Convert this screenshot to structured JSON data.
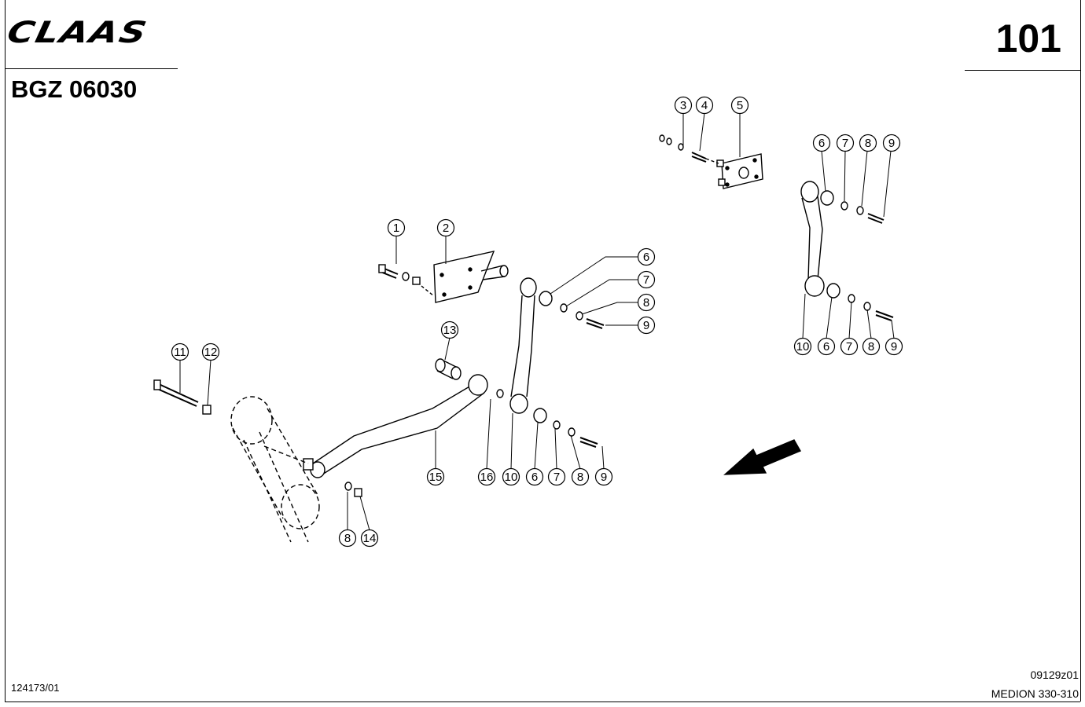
{
  "header": {
    "brand": "CLAAS",
    "page_number": "101",
    "group_code": "BGZ 06030"
  },
  "footer": {
    "drawing_number": "124173/01",
    "image_number": "09129z01",
    "model": "MEDION 330-310"
  },
  "callouts": [
    {
      "id": "c-1",
      "label": "1"
    },
    {
      "id": "c-2",
      "label": "2"
    },
    {
      "id": "c-3",
      "label": "3"
    },
    {
      "id": "c-4",
      "label": "4"
    },
    {
      "id": "c-5",
      "label": "5"
    },
    {
      "id": "c-6a",
      "label": "6"
    },
    {
      "id": "c-7a",
      "label": "7"
    },
    {
      "id": "c-8a",
      "label": "8"
    },
    {
      "id": "c-9a",
      "label": "9"
    },
    {
      "id": "c-6b",
      "label": "6"
    },
    {
      "id": "c-7b",
      "label": "7"
    },
    {
      "id": "c-8b",
      "label": "8"
    },
    {
      "id": "c-9b",
      "label": "9"
    },
    {
      "id": "c-10b",
      "label": "10"
    },
    {
      "id": "c-6c",
      "label": "6"
    },
    {
      "id": "c-7c",
      "label": "7"
    },
    {
      "id": "c-8c",
      "label": "8"
    },
    {
      "id": "c-9c",
      "label": "9"
    },
    {
      "id": "c-11",
      "label": "11"
    },
    {
      "id": "c-12",
      "label": "12"
    },
    {
      "id": "c-13",
      "label": "13"
    },
    {
      "id": "c-15",
      "label": "15"
    },
    {
      "id": "c-16",
      "label": "16"
    },
    {
      "id": "c-10d",
      "label": "10"
    },
    {
      "id": "c-6d",
      "label": "6"
    },
    {
      "id": "c-7d",
      "label": "7"
    },
    {
      "id": "c-8d",
      "label": "8"
    },
    {
      "id": "c-9d",
      "label": "9"
    },
    {
      "id": "c-8e",
      "label": "8"
    },
    {
      "id": "c-14",
      "label": "14"
    }
  ]
}
